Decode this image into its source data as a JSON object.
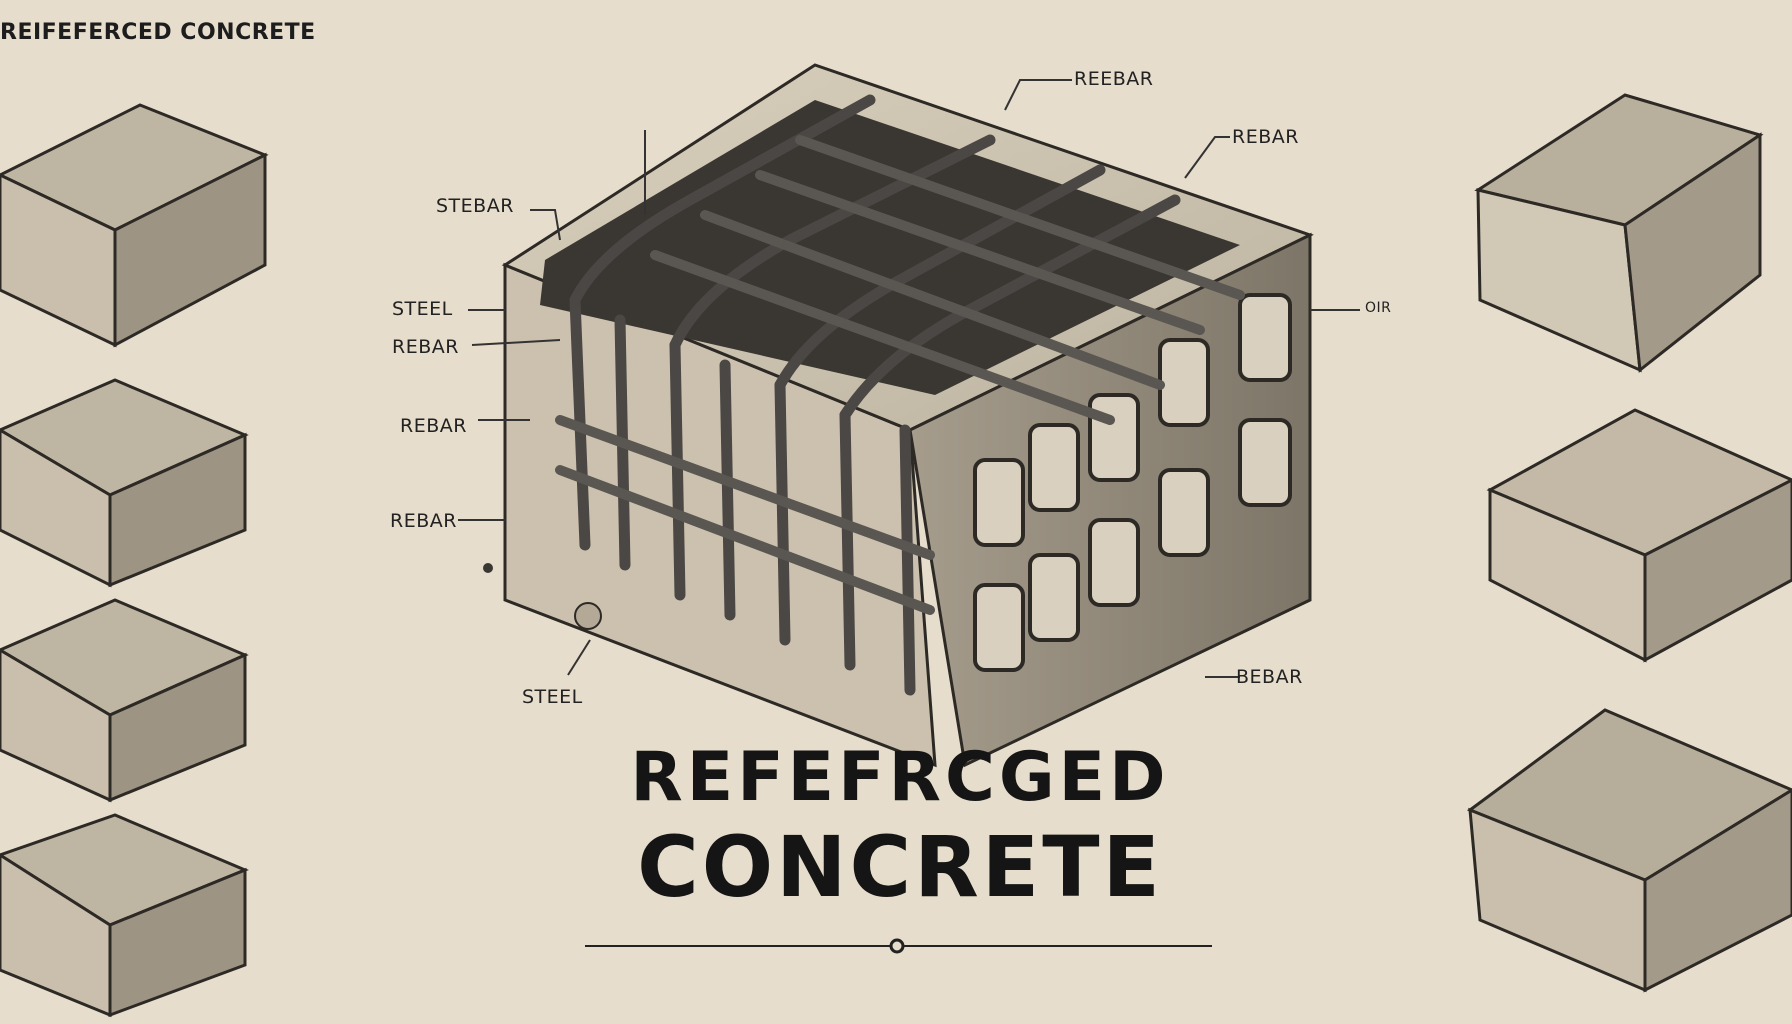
{
  "corner_title": "REIFEFERCED CONCRETE",
  "main_title": {
    "line1": "REFEFRCGED",
    "line2": "CONCRETE"
  },
  "labels": {
    "reebar_top": "REEBAR",
    "rebar_top_right": "REBAR",
    "stebar": "STEBAR",
    "steel_left": "STEEL",
    "rebar_left_1": "REBAR",
    "rebar_left_2": "REBAR",
    "rebar_left_3": "REBAR",
    "oir_right": "OIR",
    "steel_bottom": "STEEL",
    "bebar_bottom": "BEBAR"
  },
  "colors": {
    "background": "#e6ddcc",
    "concrete": "#cfc5b3",
    "concrete_dark": "#8f8677",
    "steel": "#4a4744",
    "ink": "#151515"
  },
  "icons": [
    "main-concrete-block",
    "small-block-icon",
    "divider-circle-icon"
  ]
}
